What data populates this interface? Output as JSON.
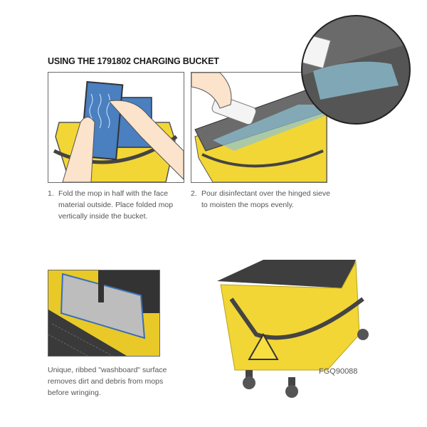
{
  "heading": "USING THE 1791802 CHARGING BUCKET",
  "steps": [
    {
      "number": "1.",
      "text": "Fold the mop in half with the face material outside. Place folded mop vertically inside the bucket."
    },
    {
      "number": "2.",
      "text": "Pour disinfectant over the hinged sieve to moisten the mops evenly."
    }
  ],
  "feature_caption": "Unique, ribbed \"washboard\" surface removes dirt and debris from mops before wringing.",
  "product_code": "FGQ90088",
  "colors": {
    "bucket_yellow": "#f2d635",
    "grey": "#4a4a4a",
    "mop_blue": "#4a7fc0",
    "liquid": "#8fc3d6"
  }
}
